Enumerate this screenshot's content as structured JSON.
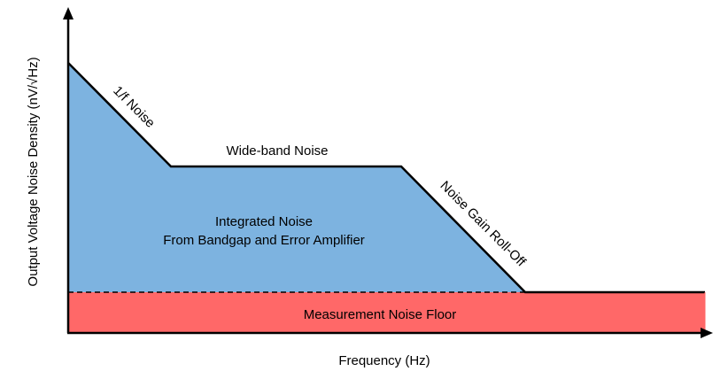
{
  "diagram": {
    "labels": {
      "y_axis": "Output Voltage Noise Density (nV/√Hz)",
      "x_axis": "Frequency (Hz)",
      "one_over_f": "1/f Noise",
      "wideband": "Wide-band Noise",
      "rolloff": "Noise Gain Roll-Off",
      "integrated_line1": "Integrated Noise",
      "integrated_line2": "From Bandgap and Error Amplifier",
      "floor": "Measurement Noise Floor"
    },
    "colors": {
      "integrated_fill": "#7db3e0",
      "floor_fill": "#ff6868",
      "line": "#000000"
    }
  }
}
